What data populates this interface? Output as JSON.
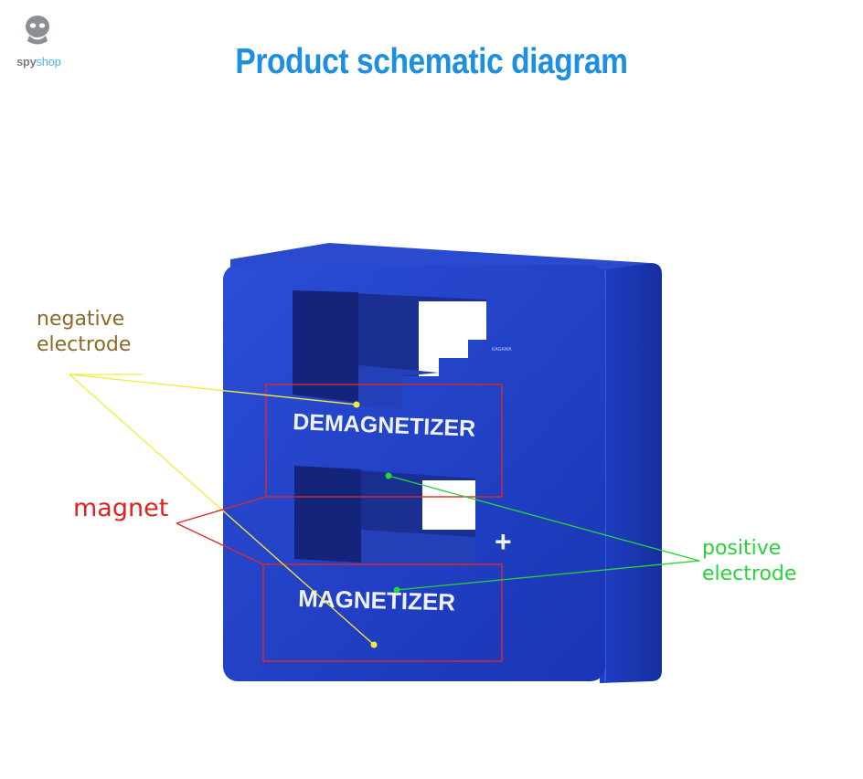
{
  "brand": {
    "spy": "spy",
    "shop": "shop"
  },
  "title": "Product schematic diagram",
  "product": {
    "top_label": "DEMAGNETIZER",
    "bottom_label": "MAGNETIZER",
    "plus_sign": "+",
    "small_marking": "KAGAWA"
  },
  "labels": {
    "negative_line1": "negative",
    "negative_line2": "electrode",
    "magnet": "magnet",
    "positive_line1": "positive",
    "positive_line2": "electrode"
  },
  "colors": {
    "title": "#1c8fe0",
    "body_blue": "#1f3fc9",
    "negative_label": "#8a6a2a",
    "negative_leader": "#f2ec3a",
    "magnet_label": "#e0211f",
    "magnet_box": "#d92b2b",
    "positive_label": "#28d33a"
  }
}
